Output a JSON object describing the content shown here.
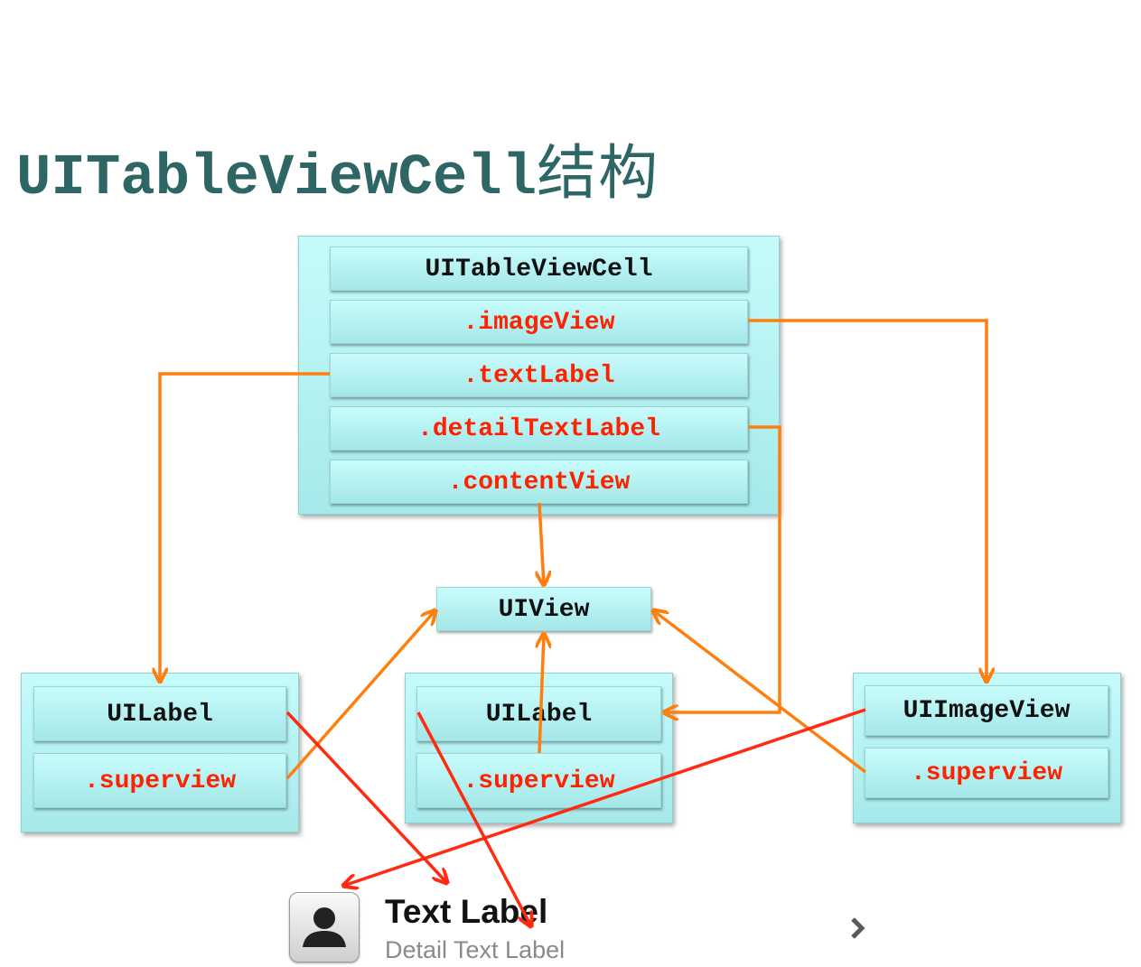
{
  "title": {
    "latin": "UITableViewCell",
    "cjk": "结构"
  },
  "diagram": {
    "cell_panel": {
      "header": "UITableViewCell",
      "properties": [
        ".imageView",
        ".textLabel",
        ".detailTextLabel",
        ".contentView"
      ]
    },
    "content_view": "UIView",
    "left_group": {
      "class_name": "UILabel",
      "property": ".superview"
    },
    "middle_group": {
      "class_name": "UILabel",
      "property": ".superview"
    },
    "right_group": {
      "class_name": "UIImageView",
      "property": ".superview"
    }
  },
  "cell_preview": {
    "text_label": "Text Label",
    "detail_label": "Detail Text Label",
    "icon": "person-silhouette-icon",
    "accessory": "chevron-right-icon"
  },
  "colors": {
    "title": "#2e6666",
    "property_text": "#ff2200",
    "arrow_orange": "#ff7f0e",
    "arrow_red": "#ff2a10",
    "box_fill": "#bdf4f5"
  }
}
